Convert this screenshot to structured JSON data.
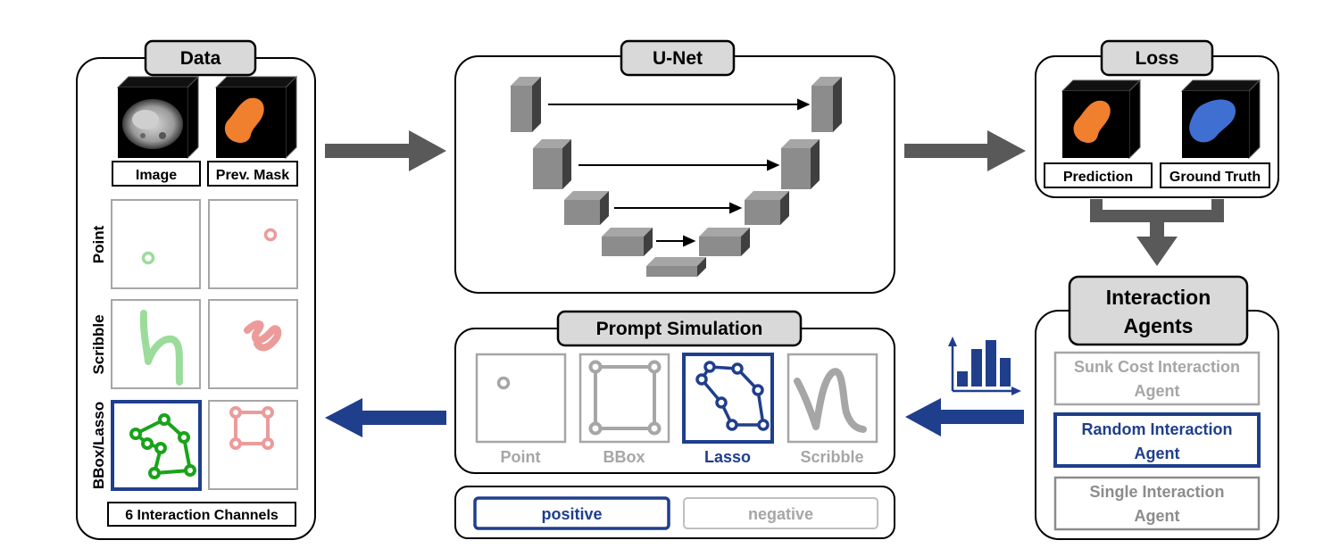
{
  "data_panel": {
    "title": "Data",
    "image_label": "Image",
    "prev_mask_label": "Prev. Mask",
    "row_labels": [
      "Point",
      "Scribble",
      "BBox/Lasso"
    ],
    "footer": "6 Interaction Channels"
  },
  "unet_panel": {
    "title": "U-Net"
  },
  "loss_panel": {
    "title": "Loss",
    "prediction_label": "Prediction",
    "ground_truth_label": "Ground Truth"
  },
  "agents_panel": {
    "title_line1": "Interaction",
    "title_line2": "Agents",
    "agents": [
      {
        "line1": "Sunk Cost Interaction",
        "line2": "Agent",
        "selected": false
      },
      {
        "line1": "Random Interaction",
        "line2": "Agent",
        "selected": true
      },
      {
        "line1": "Single Interaction",
        "line2": "Agent",
        "selected": false
      }
    ]
  },
  "prompt_panel": {
    "title": "Prompt Simulation",
    "options": [
      "Point",
      "BBox",
      "Lasso",
      "Scribble"
    ],
    "selected_option": "Lasso",
    "polarity": {
      "positive": "positive",
      "negative": "negative",
      "selected": "positive"
    }
  },
  "colors": {
    "accent_blue": "#1f3e8c",
    "arrow_gray": "#595959",
    "positive_green": "#1aa31a",
    "positive_light_green": "#9bdc9b",
    "negative_pink": "#ec9b9b",
    "mask_orange": "#f07f2e",
    "gt_blue": "#3f6fd1",
    "inactive_gray": "#a6a6a6"
  }
}
